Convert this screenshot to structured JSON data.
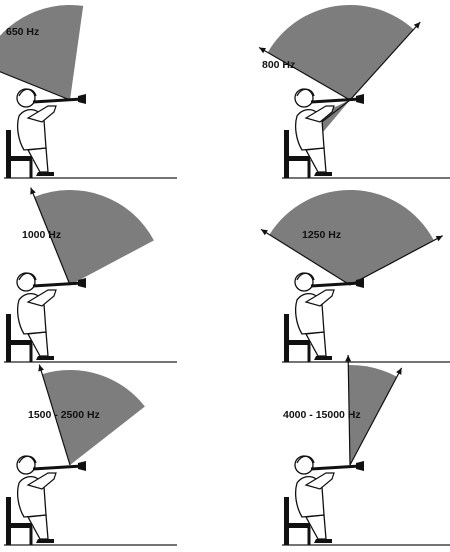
{
  "palette": {
    "background": "#ffffff",
    "ink": "#111111",
    "radiation_fill": "#7d7d7d",
    "floor": "#222222"
  },
  "panels": [
    {
      "label": "650 Hz",
      "lobe_degrees": [
        -68,
        8
      ]
    },
    {
      "label": "800 Hz",
      "lobe_degrees": [
        -60,
        42
      ],
      "secondary_lobe_degrees": [
        140,
        160
      ]
    },
    {
      "label": "1000 Hz",
      "lobe_degrees": [
        -22,
        62
      ]
    },
    {
      "label": "1250 Hz",
      "lobe_degrees": [
        -58,
        62
      ]
    },
    {
      "label": "1500 - 2500 Hz",
      "lobe_degrees": [
        -17,
        52
      ]
    },
    {
      "label": "4000 - 15000 Hz",
      "lobe_degrees": [
        -1,
        28
      ]
    }
  ]
}
